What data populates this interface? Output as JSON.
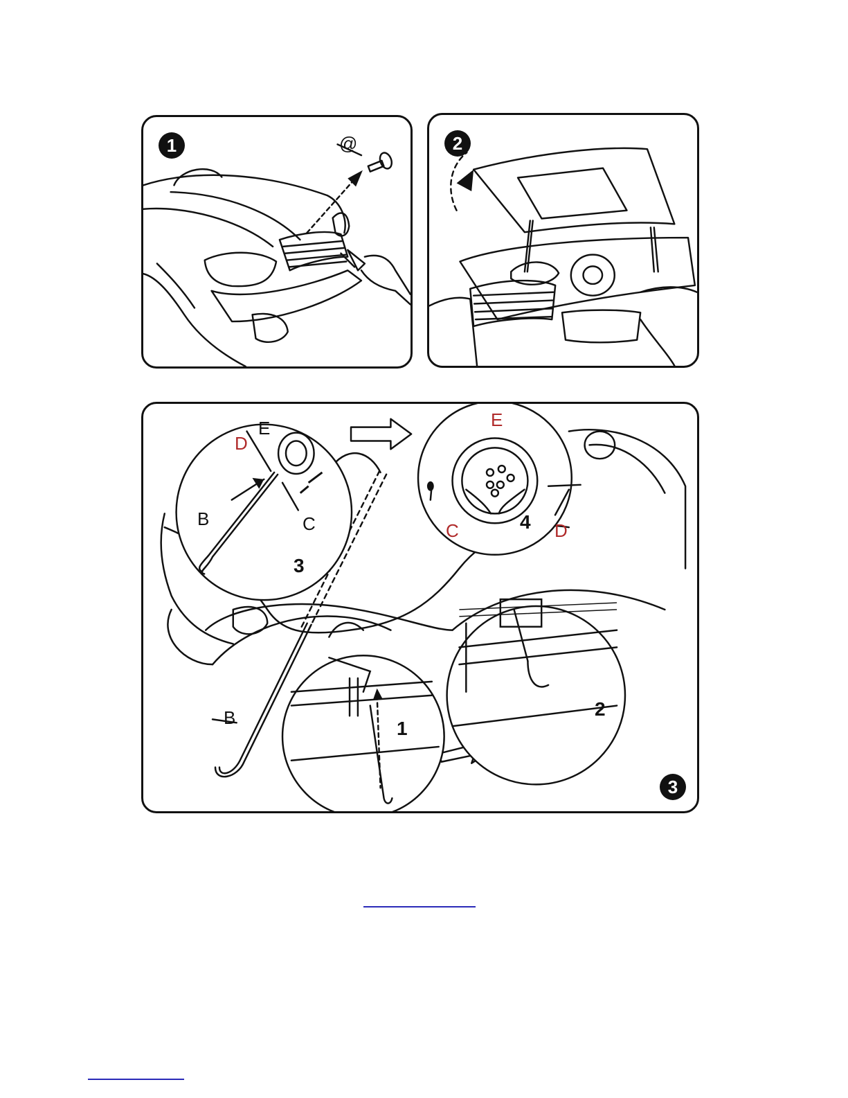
{
  "panel1": {
    "step": "1",
    "labels": {
      "at": "@"
    }
  },
  "panel2": {
    "step": "2"
  },
  "panel3": {
    "step": "3",
    "labels": {
      "d_left": "D",
      "e_left": "E",
      "b_upper": "B",
      "c_left": "C",
      "three": "3",
      "e_right": "E",
      "c_right": "C",
      "four": "4",
      "d_right": "D",
      "b_lower": "B",
      "one": "1",
      "two": "2"
    }
  },
  "colors": {
    "ink": "#111111",
    "callout_red": "#b02a2a",
    "link_blue": "#2a2ab8"
  }
}
